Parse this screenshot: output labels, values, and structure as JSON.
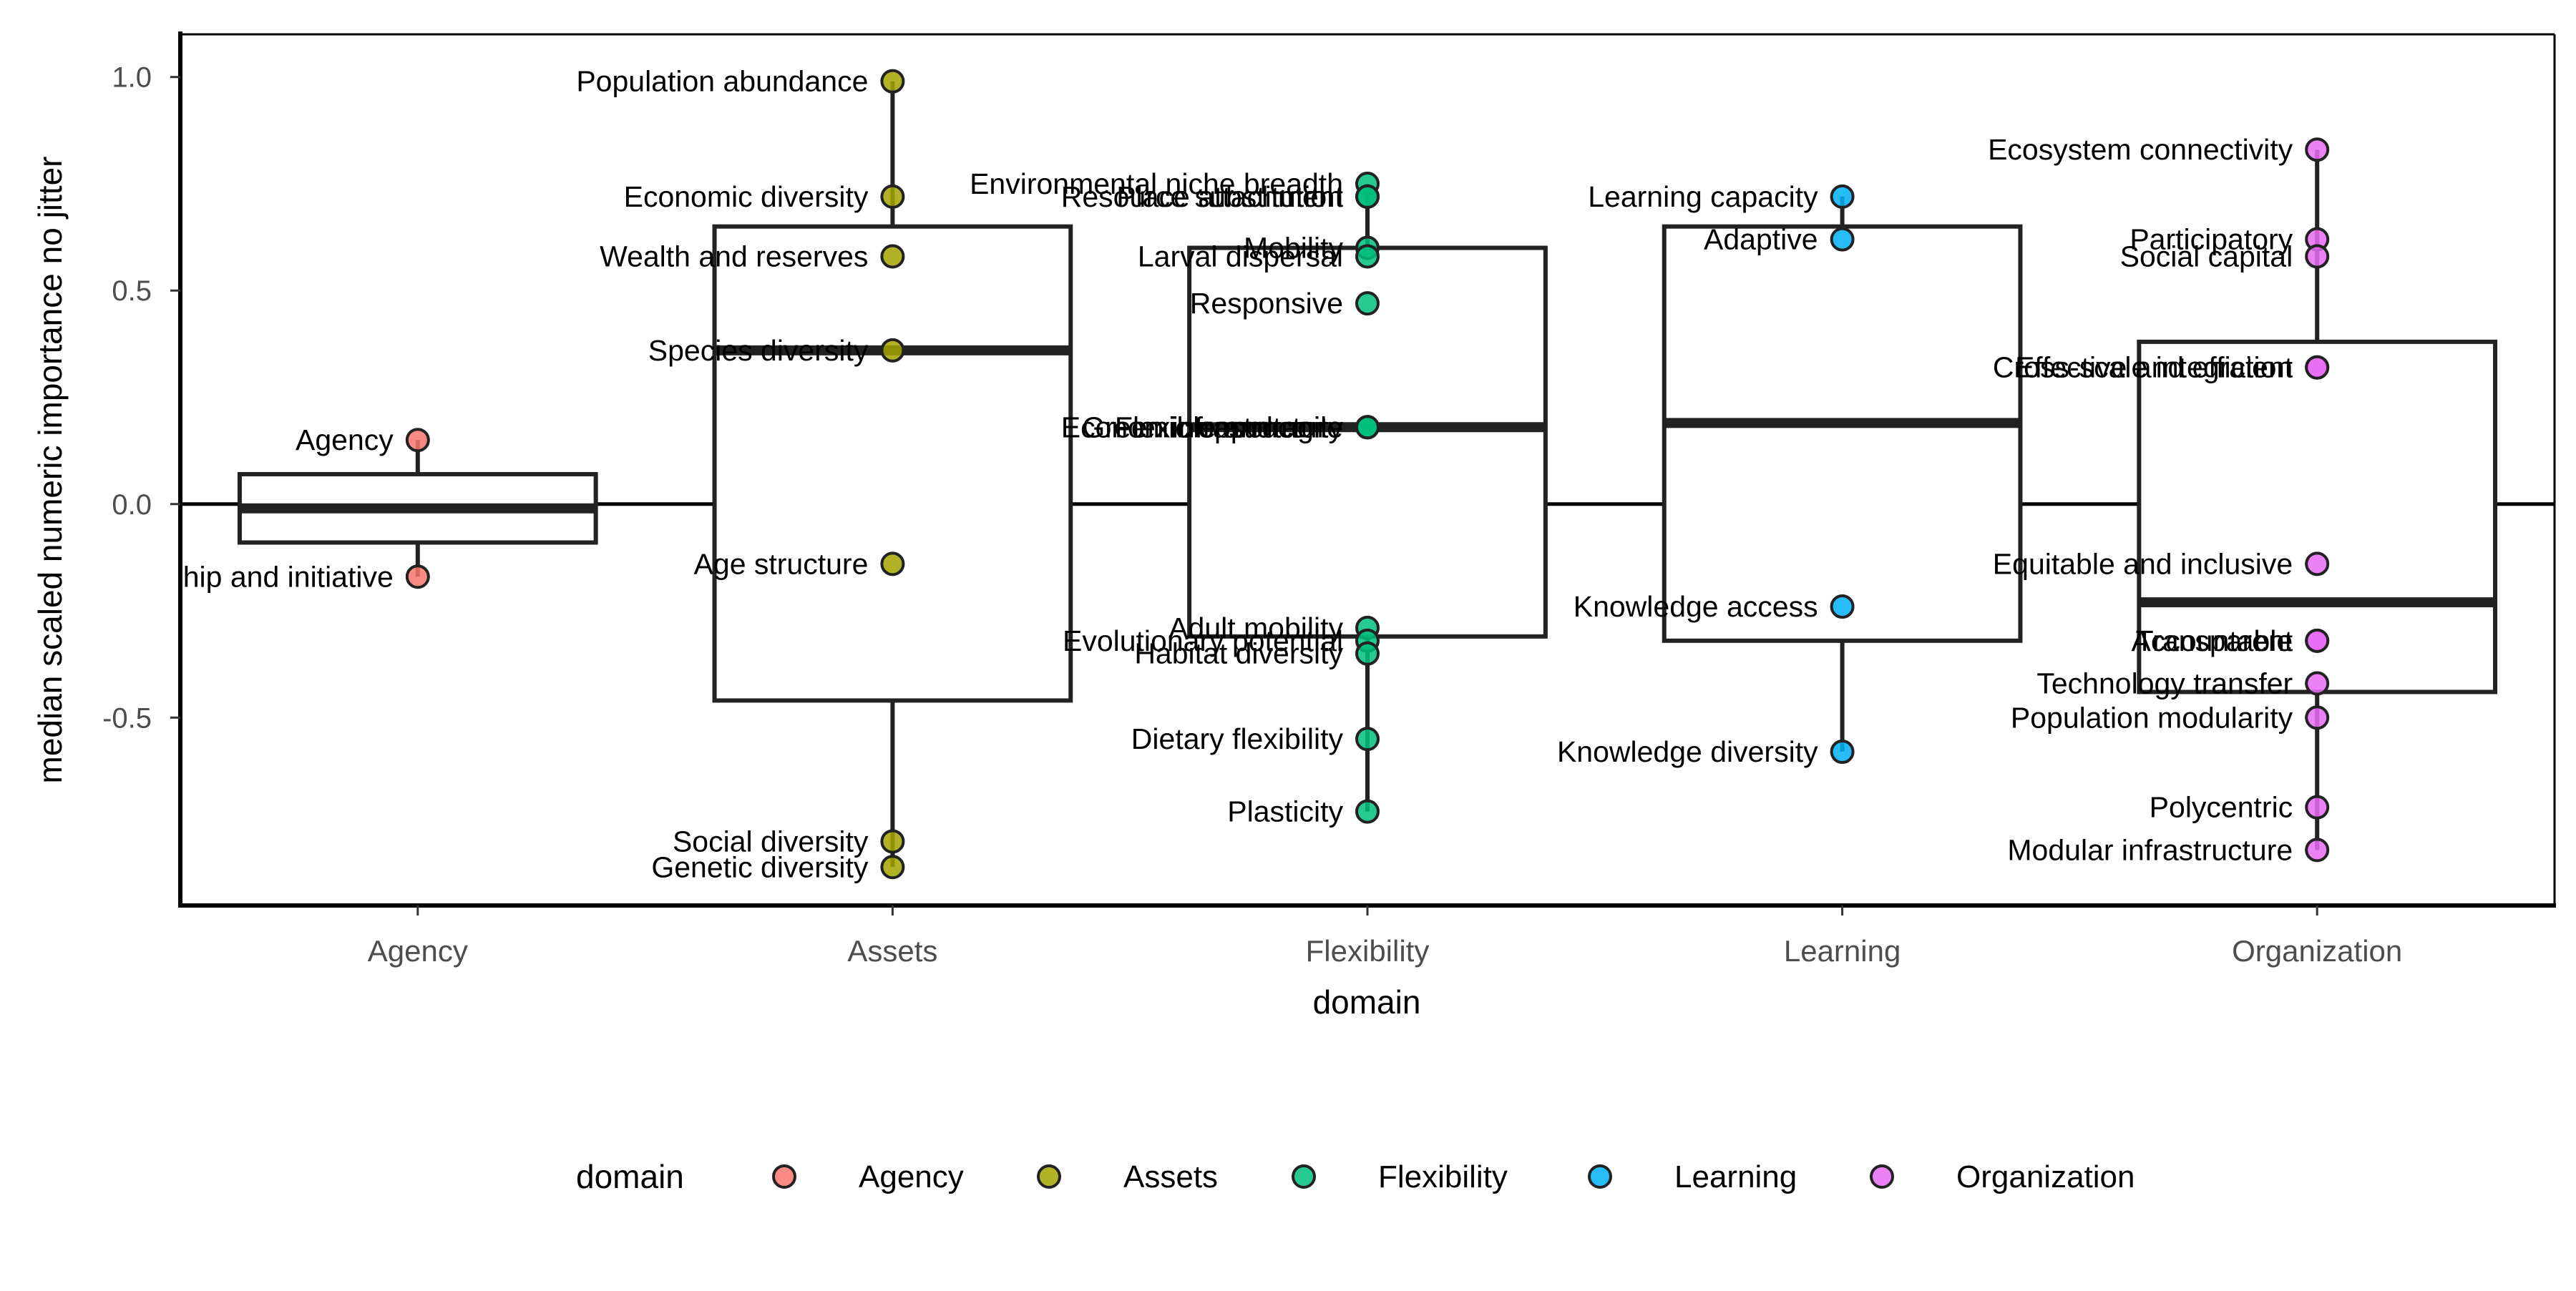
{
  "chart_data": {
    "type": "boxplot",
    "xlabel": "domain",
    "ylabel": "median scaled numeric importance no jitter",
    "ylim": [
      -0.94,
      1.1
    ],
    "yticks": [
      1.0,
      0.5,
      0.0,
      -0.5
    ],
    "ytick_labels": [
      "1.0",
      "0.5",
      "0.0",
      "-0.5"
    ],
    "categories": [
      "Agency",
      "Assets",
      "Flexibility",
      "Learning",
      "Organization"
    ],
    "grid": false,
    "reference_line_y": 0,
    "legend": {
      "title": "domain",
      "position": "bottom",
      "entries": [
        "Agency",
        "Assets",
        "Flexibility",
        "Learning",
        "Organization"
      ]
    },
    "colors": {
      "Agency": "#F8766D",
      "Assets": "#A3A500",
      "Flexibility": "#00BF7D",
      "Learning": "#00B0F6",
      "Organization": "#E76BF3"
    },
    "boxes": [
      {
        "category": "Agency",
        "q1": -0.09,
        "median": -0.01,
        "q3": 0.07,
        "whisker_low": -0.17,
        "whisker_high": 0.15
      },
      {
        "category": "Assets",
        "q1": -0.46,
        "median": 0.36,
        "q3": 0.65,
        "whisker_low": -0.85,
        "whisker_high": 0.99
      },
      {
        "category": "Flexibility",
        "q1": -0.31,
        "median": 0.18,
        "q3": 0.6,
        "whisker_low": -0.72,
        "whisker_high": 0.75
      },
      {
        "category": "Learning",
        "q1": -0.32,
        "median": 0.19,
        "q3": 0.65,
        "whisker_low": -0.58,
        "whisker_high": 0.72
      },
      {
        "category": "Organization",
        "q1": -0.44,
        "median": -0.23,
        "q3": 0.38,
        "whisker_low": -0.81,
        "whisker_high": 0.83
      }
    ],
    "points": [
      {
        "category": "Agency",
        "label": "Agency",
        "value": 0.15
      },
      {
        "category": "Agency",
        "label": "Leadership and initiative",
        "value": -0.17
      },
      {
        "category": "Assets",
        "label": "Population abundance",
        "value": 0.99
      },
      {
        "category": "Assets",
        "label": "Economic diversity",
        "value": 0.72
      },
      {
        "category": "Assets",
        "label": "Wealth and reserves",
        "value": 0.58
      },
      {
        "category": "Assets",
        "label": "Species diversity",
        "value": 0.36
      },
      {
        "category": "Assets",
        "label": "Age structure",
        "value": -0.14
      },
      {
        "category": "Assets",
        "label": "Social diversity",
        "value": -0.79
      },
      {
        "category": "Assets",
        "label": "Genetic diversity",
        "value": -0.85
      },
      {
        "category": "Flexibility",
        "label": "Environmental niche breadth",
        "value": 0.75
      },
      {
        "category": "Flexibility",
        "label": "Resource substitution",
        "value": 0.72
      },
      {
        "category": "Flexibility",
        "label": "Place attachment",
        "value": 0.72
      },
      {
        "category": "Flexibility",
        "label": "Mobility",
        "value": 0.6
      },
      {
        "category": "Flexibility",
        "label": "Larval dispersal",
        "value": 0.58
      },
      {
        "category": "Flexibility",
        "label": "Responsive",
        "value": 0.47
      },
      {
        "category": "Flexibility",
        "label": "Flexible and agile",
        "value": 0.18
      },
      {
        "category": "Flexibility",
        "label": "Economic opportunity",
        "value": 0.18
      },
      {
        "category": "Flexibility",
        "label": "Green infrastructure",
        "value": 0.18
      },
      {
        "category": "Flexibility",
        "label": "Adult mobility",
        "value": -0.29
      },
      {
        "category": "Flexibility",
        "label": "Evolutionary potential",
        "value": -0.32
      },
      {
        "category": "Flexibility",
        "label": "Habitat diversity",
        "value": -0.35
      },
      {
        "category": "Flexibility",
        "label": "Dietary flexibility",
        "value": -0.55
      },
      {
        "category": "Flexibility",
        "label": "Plasticity",
        "value": -0.72
      },
      {
        "category": "Learning",
        "label": "Learning capacity",
        "value": 0.72
      },
      {
        "category": "Learning",
        "label": "Adaptive",
        "value": 0.62
      },
      {
        "category": "Learning",
        "label": "Knowledge access",
        "value": -0.24
      },
      {
        "category": "Learning",
        "label": "Knowledge diversity",
        "value": -0.58
      },
      {
        "category": "Organization",
        "label": "Ecosystem connectivity",
        "value": 0.83
      },
      {
        "category": "Organization",
        "label": "Participatory",
        "value": 0.62
      },
      {
        "category": "Organization",
        "label": "Social capital",
        "value": 0.58
      },
      {
        "category": "Organization",
        "label": "Cross-scale integration",
        "value": 0.32
      },
      {
        "category": "Organization",
        "label": "Effective and efficient",
        "value": 0.32
      },
      {
        "category": "Organization",
        "label": "Equitable and inclusive",
        "value": -0.14
      },
      {
        "category": "Organization",
        "label": "Accountable",
        "value": -0.32
      },
      {
        "category": "Organization",
        "label": "Transparent",
        "value": -0.32
      },
      {
        "category": "Organization",
        "label": "Technology transfer",
        "value": -0.42
      },
      {
        "category": "Organization",
        "label": "Population modularity",
        "value": -0.5
      },
      {
        "category": "Organization",
        "label": "Polycentric",
        "value": -0.71
      },
      {
        "category": "Organization",
        "label": "Modular infrastructure",
        "value": -0.81
      }
    ]
  }
}
